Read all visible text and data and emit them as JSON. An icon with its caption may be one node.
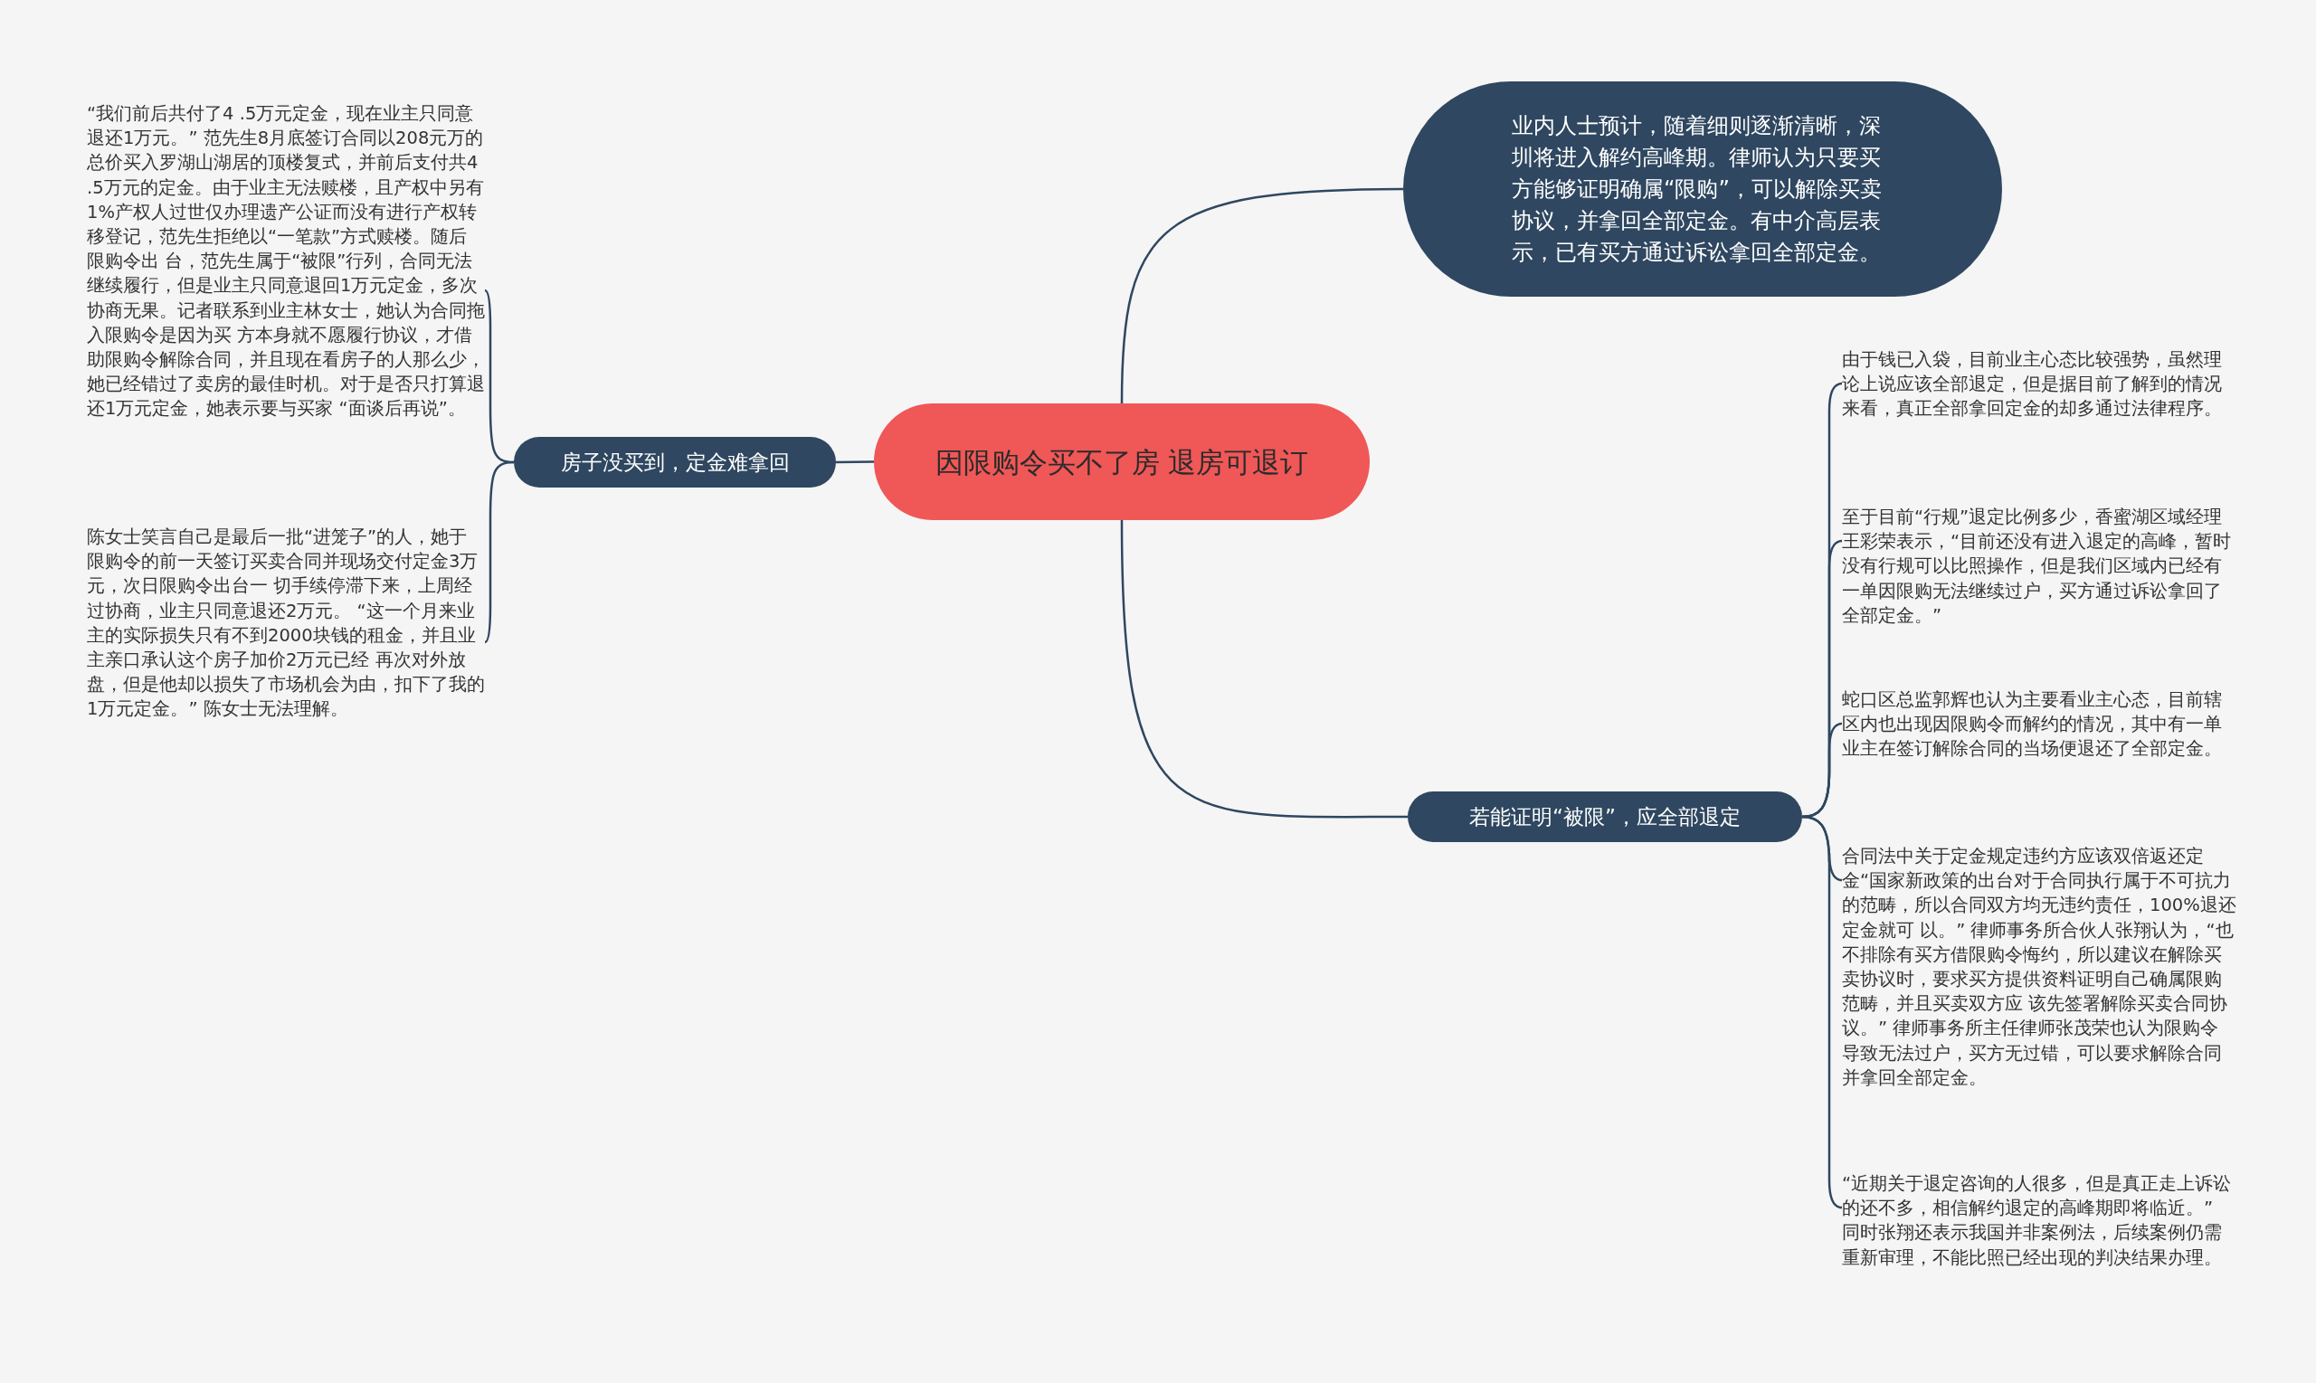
{
  "diagram": {
    "nodes": [
      {
        "text": [
          "因限购令买不了房 退房可退订"
        ]
      },
      {
        "text": [
          "业内人士预计，随着细则逐渐清晰，深圳将进入解约高峰期。律师认为只要买方能够证明确属“限购”，可以解除买卖协议，并拿回全部定金。有中介高层表示，已有买方通过诉讼拿回全部定金。"
        ]
      },
      {
        "text": [
          "房子没买到，定金难拿回"
        ]
      },
      {
        "text": [
          "“我们前后共付了4 .5万元定金，现在业主只同意退还1万元。” 范先生8月底签订合同以208元万的总价买入罗湖山湖居的顶楼复式，并前后支付共4 .5万元的定金。由于业主无法赎楼，且产权中另有1%产权人过世仅办理遗产公证而没有进行产权转移登记，范先生拒绝以“一笔款”方式赎楼。随后限购令出 台，范先生属于“被限”行列，合同无法继续履行，但是业主只同意退回1万元定金，多次协商无果。记者联系到业主林女士，她认为合同拖入限购令是因为买 方本身就不愿履行协议，才借助限购令解除合同，并且现在看房子的人那么少，她已经错过了卖房的最佳时机。对于是否只打算退还1万元定金，她表示要与买家 “面谈后再说”。"
        ]
      },
      {
        "text": [
          "陈女士笑言自己是最后一批“进笼子”的人，她于限购令的前一天签订买卖合同并现场交付定金3万元，次日限购令出台一 切手续停滞下来，上周经过协商，业主只同意退还2万元。 “这一个月来业主的实际损失只有不到2000块钱的租金，并且业主亲口承认这个房子加价2万元已经 再次对外放盘，但是他却以损失了市场机会为由，扣下了我的1万元定金。” 陈女士无法理解。"
        ]
      },
      {
        "text": [
          "若能证明“被限”，应全部退定"
        ]
      },
      {
        "text": [
          "由于钱已入袋，目前业主心态比较强势，虽然理论上说应该全部退定，但是据目前了解到的情况来看，真正全部拿回定金的却多通过法律程序。"
        ]
      },
      {
        "text": [
          "至于目前“行规”退定比例多少，香蜜湖区域经理王彩荣表示，“目前还没有进入退定的高峰，暂时没有行规可以比照操作，但是我们区域内已经有一单因限购无法继续过户，买方通过诉讼拿回了全部定金。”"
        ]
      },
      {
        "text": [
          "蛇口区总监郭辉也认为主要看业主心态，目前辖区内也出现因限购令而解约的情况，其中有一单业主在签订解除合同的当场便退还了全部定金。"
        ]
      },
      {
        "text": [
          "合同法中关于定金规定违约方应该双倍返还定金“国家新政策的出台对于合同执行属于不可抗力的范畴，所以合同双方均无违约责任，100%退还定金就可 以。” 律师事务所合伙人张翔认为，“也不排除有买方借限购令悔约，所以建议在解除买卖协议时，要求买方提供资料证明自己确属限购范畴，并且买卖双方应 该先签署解除买卖合同协议。” 律师事务所主任律师张茂荣也认为限购令导致无法过户，买方无过错，可以要求解除合同并拿回全部定金。"
        ]
      },
      {
        "text": [
          "“近期关于退定咨询的人很多，但是真正走上诉讼的还不多，相信解约退定的高峰期即将临近。” 同时张翔还表示我国并非案例法，后续案例仍需重新审理，不能比照已经出现的判决结果办理。"
        ]
      }
    ],
    "edges": [
      {
        "from": 0,
        "to": 1,
        "arrow": "none"
      },
      {
        "from": 0,
        "to": 2,
        "arrow": "none"
      },
      {
        "from": 2,
        "to": 3,
        "arrow": "none"
      },
      {
        "from": 2,
        "to": 4,
        "arrow": "none"
      },
      {
        "from": 0,
        "to": 5,
        "arrow": "none"
      },
      {
        "from": 5,
        "to": 6,
        "arrow": "none"
      },
      {
        "from": 5,
        "to": 7,
        "arrow": "none"
      },
      {
        "from": 5,
        "to": 8,
        "arrow": "none"
      },
      {
        "from": 5,
        "to": 9,
        "arrow": "none"
      },
      {
        "from": 5,
        "to": 10,
        "arrow": "none"
      }
    ]
  }
}
